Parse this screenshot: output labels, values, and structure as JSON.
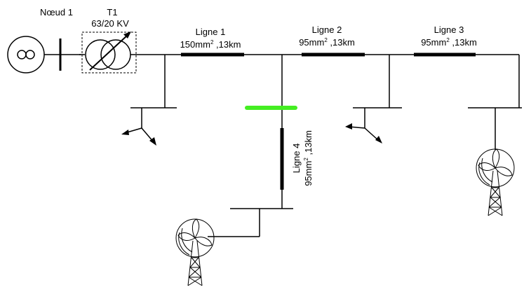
{
  "source": {
    "label": "Nœud 1"
  },
  "transformer": {
    "name": "T1",
    "ratio": "63/20 KV"
  },
  "lines": [
    {
      "name": "Ligne 1",
      "section": "150mm",
      "sup": "2",
      "length": " ,13km"
    },
    {
      "name": "Ligne 2",
      "section": "95mm",
      "sup": "2",
      "length": " ,13km"
    },
    {
      "name": "Ligne 3",
      "section": "95mm",
      "sup": "2",
      "length": " ,13km"
    },
    {
      "name": "Ligne 4",
      "section": "95mm",
      "sup": "2",
      "length": " ,13km"
    }
  ],
  "colors": {
    "wire": "#000000",
    "fault_bar": "#44ee22"
  },
  "icons": [
    "generator-icon",
    "transformer-icon",
    "load-arrow-icon",
    "wind-turbine-icon"
  ]
}
